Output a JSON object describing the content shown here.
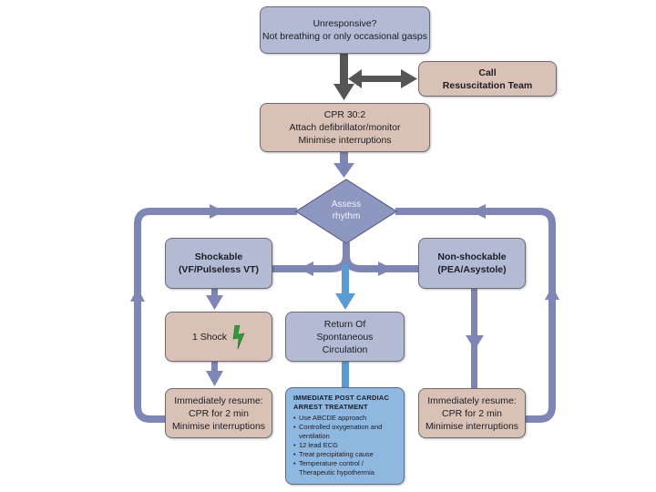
{
  "diagram": {
    "title": "Adult Advanced Life Support algorithm",
    "colors": {
      "box_blue": "#b3bad4",
      "box_tan": "#d9c2b5",
      "box_bright_blue": "#8fb8e0",
      "flow_line": "#7d86b4",
      "rosc_line": "#5b9bd5",
      "call_arrow": "#555555",
      "bolt": "#2e9b3a"
    },
    "nodes": {
      "unresponsive": {
        "lines": [
          "Unresponsive?",
          "Not breathing or only occasional gasps"
        ]
      },
      "call": {
        "lines": [
          "Call",
          "Resuscitation Team"
        ]
      },
      "cpr": {
        "lines": [
          "CPR 30:2",
          "Attach defibrillator/monitor",
          "Minimise interruptions"
        ]
      },
      "assess": {
        "lines": [
          "Assess",
          "rhythm"
        ]
      },
      "shockable": {
        "lines": [
          "Shockable",
          "(VF/Pulseless VT)"
        ]
      },
      "non_shockable": {
        "lines": [
          "Non-shockable",
          "(PEA/Asystole)"
        ]
      },
      "one_shock": {
        "label": "1 Shock",
        "icon": "lightning-bolt-icon"
      },
      "rosc": {
        "lines": [
          "Return Of",
          "Spontaneous",
          "Circulation"
        ]
      },
      "resume_left": {
        "lines": [
          "Immediately resume:",
          "CPR for 2 min",
          "Minimise interruptions"
        ]
      },
      "resume_right": {
        "lines": [
          "Immediately resume:",
          "CPR for 2 min",
          "Minimise interruptions"
        ]
      },
      "post_arrest": {
        "title_lines": [
          "Immediate post cardiac",
          "arrest treatment"
        ],
        "items": [
          "Use ABCDE approach",
          "Controlled oxygenation and ventilation",
          "12 lead ECG",
          "Treat precipitating cause",
          "Temperature control / Therapeutic hypothermia"
        ]
      }
    }
  }
}
